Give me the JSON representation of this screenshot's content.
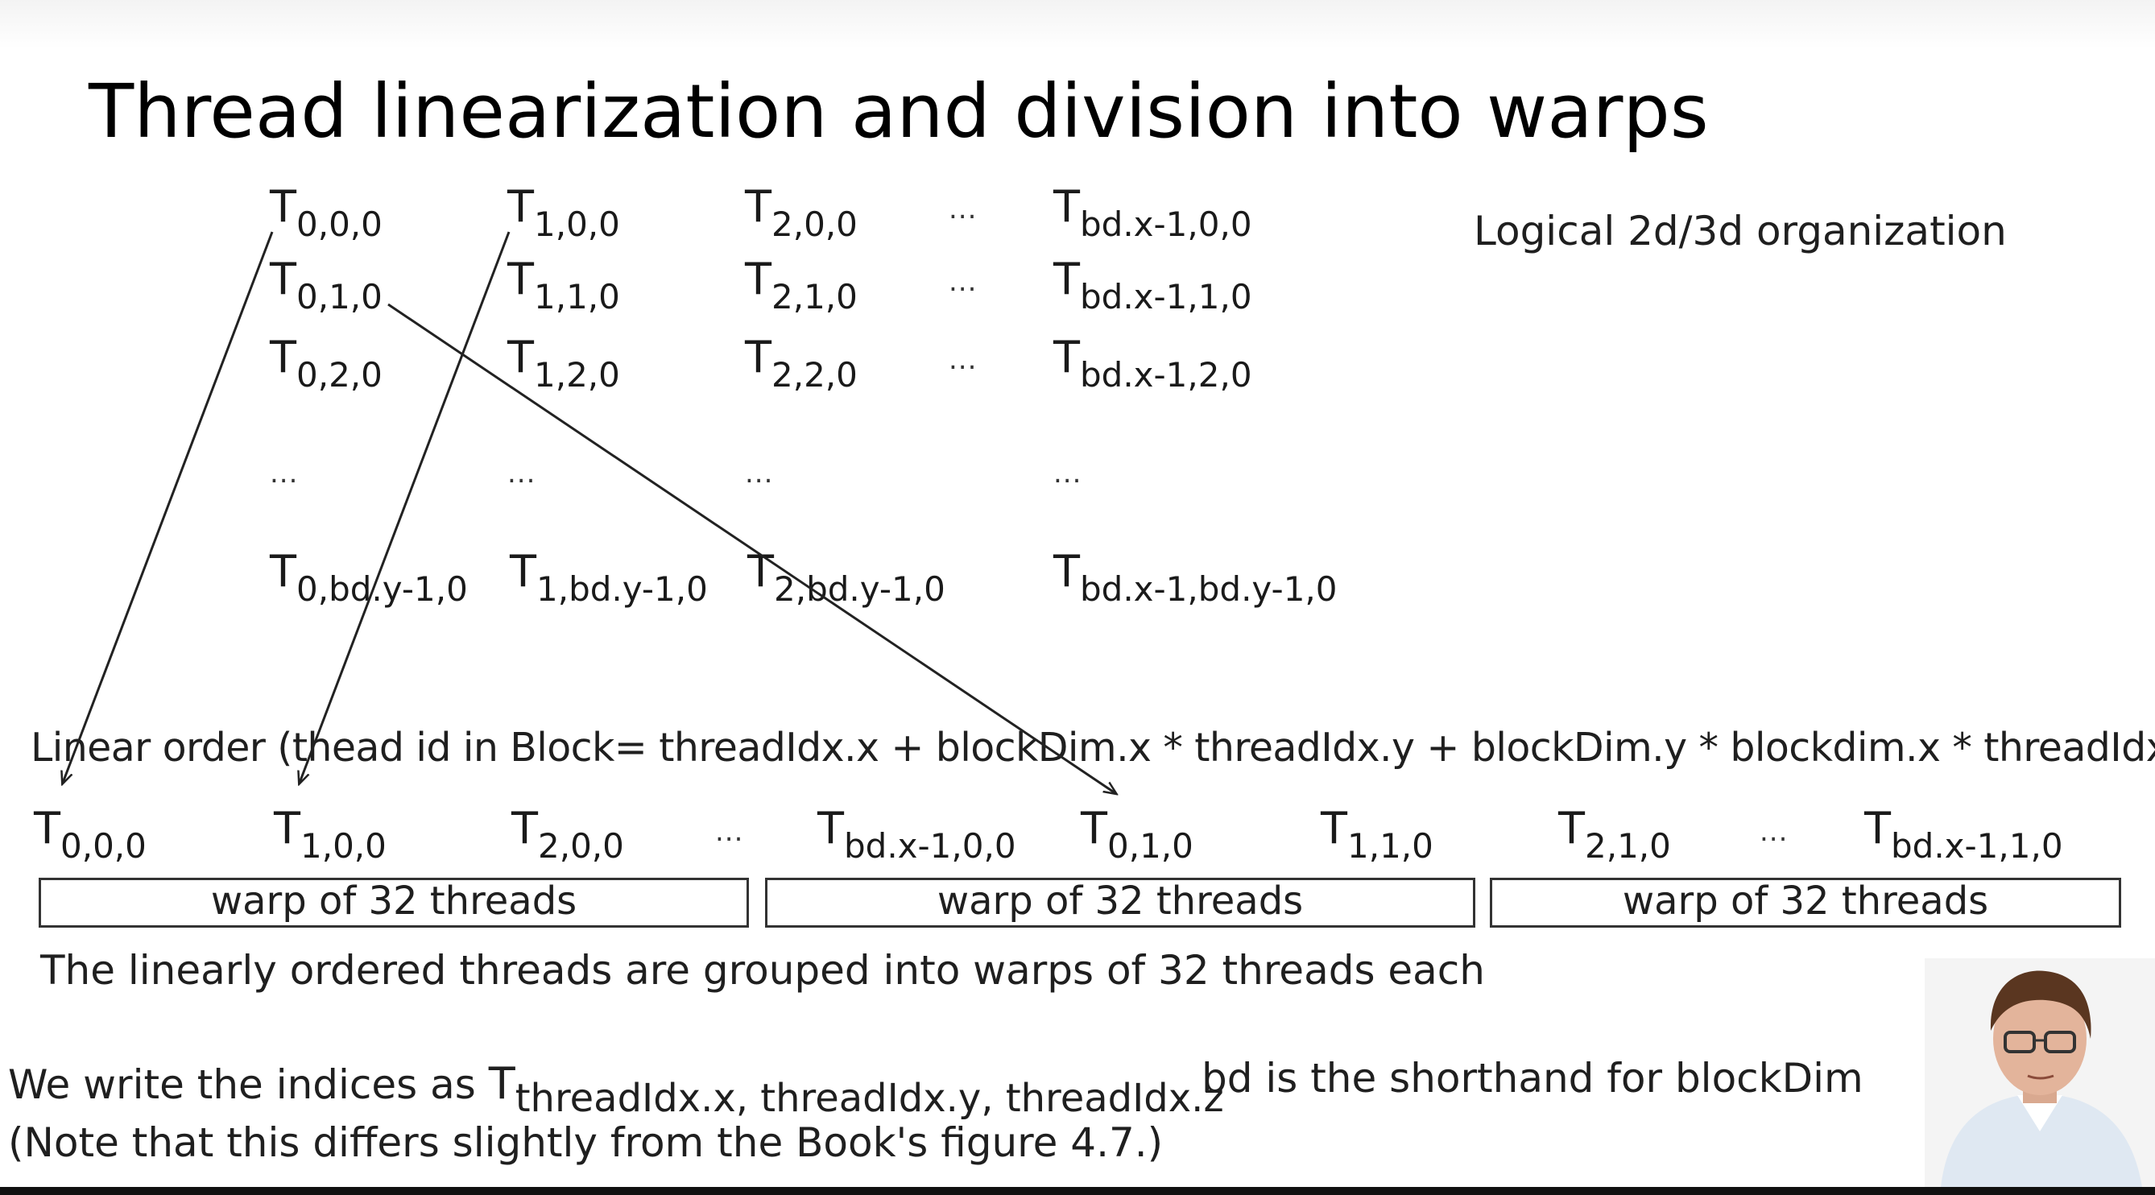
{
  "title": "Thread linearization and division into warps",
  "logical_label": "Logical 2d/3d organization",
  "ellipsis": "...",
  "grid": {
    "row0": [
      "0,0,0",
      "1,0,0",
      "2,0,0",
      "bd.x-1,0,0"
    ],
    "row1": [
      "0,1,0",
      "1,1,0",
      "2,1,0",
      "bd.x-1,1,0"
    ],
    "row2": [
      "0,2,0",
      "1,2,0",
      "2,2,0",
      "bd.x-1,2,0"
    ],
    "rowlast": [
      "0,bd.y-1,0",
      "1,bd.y-1,0",
      "2,bd.y-1,0",
      "bd.x-1,bd.y-1,0"
    ]
  },
  "thread_letter": "T",
  "linear_order_label": "Linear order (thead id in Block= threadIdx.x + blockDim.x * threadIdx.y + blockDim.y * blockdim.x * threadIdx.z)",
  "linear": [
    "0,0,0",
    "1,0,0",
    "2,0,0",
    "bd.x-1,0,0",
    "0,1,0",
    "1,1,0",
    "2,1,0",
    "bd.x-1,1,0"
  ],
  "warps": [
    "warp of 32 threads",
    "warp of 32 threads",
    "warp of 32 threads"
  ],
  "grouped_note": "The linearly ordered threads are grouped into warps of 32 threads each",
  "indices_note_prefix": "We write the indices as ",
  "indices_note_sub": "threadIdx.x, threadIdx.y, threadIdx.z",
  "shorthand_note": "bd is the shorthand for blockDim",
  "book_note": "(Note that this differs slightly from the Book's figure 4.7.)"
}
